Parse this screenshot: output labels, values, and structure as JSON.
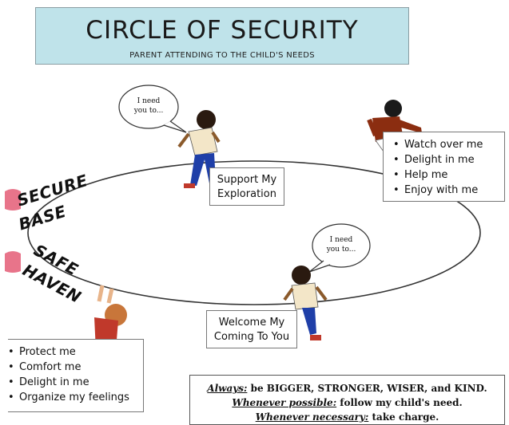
{
  "header": {
    "title": "CIRCLE OF SECURITY",
    "subtitle": "PARENT ATTENDING TO THE CHILD'S NEEDS"
  },
  "bubbles": [
    {
      "line1": "I need",
      "line2": "you to..."
    },
    {
      "line1": "I need",
      "line2": "you to..."
    }
  ],
  "top_needs": {
    "line1": "Support My",
    "line2": "Exploration",
    "items": [
      "Watch over me",
      "Delight in me",
      "Help me",
      "Enjoy with me"
    ]
  },
  "bottom_needs": {
    "line1": "Welcome My",
    "line2": "Coming To You",
    "items": [
      "Protect me",
      "Comfort me",
      "Delight in me",
      "Organize my feelings"
    ]
  },
  "side_labels": {
    "secure_1": "SECURE",
    "secure_2": "BASE",
    "safe_1": "SAFE",
    "safe_2": "HAVEN"
  },
  "principles": [
    {
      "lead": "Always:",
      "rest": " be BIGGER, STRONGER, WISER, and KIND."
    },
    {
      "lead": "Whenever possible:",
      "rest": " follow my child's need."
    },
    {
      "lead": "Whenever necessary:",
      "rest": " take charge."
    }
  ],
  "colors": {
    "banner": "#bfe3ea",
    "skin_dark": "#8b2d10",
    "shirt_light": "#f3e6c8",
    "pants": "#1f3fa8",
    "hand": "#e8748a"
  }
}
